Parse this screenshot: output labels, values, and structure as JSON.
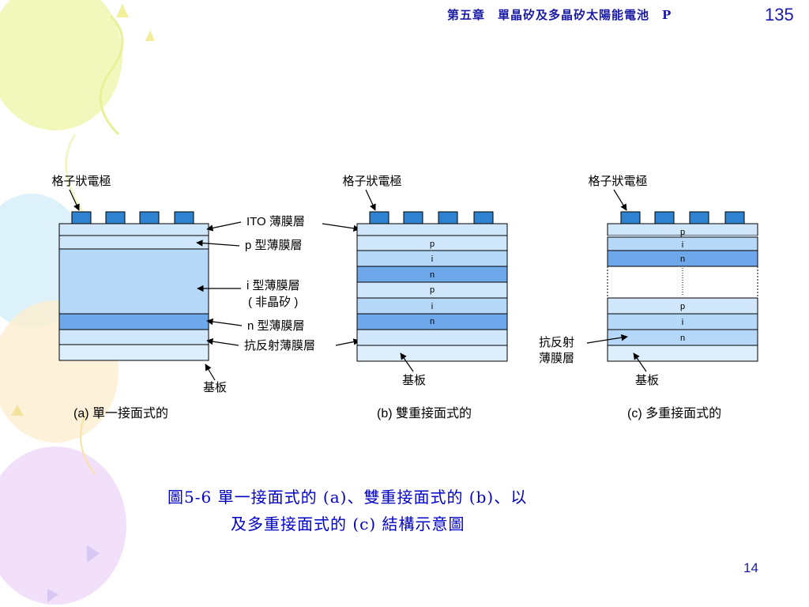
{
  "header": {
    "chapter_title": "第五章　單晶矽及多晶矽太陽能電池　P",
    "book_page": "135"
  },
  "panels": {
    "a": {
      "electrode_label": "格子狀電極",
      "substrate_label": "基板",
      "caption": "(a) 單一接面式的",
      "layer_labels": [
        "ITO 薄膜層",
        "p 型薄膜層",
        "i 型薄膜層",
        "( 非晶矽 )",
        "n 型薄膜層",
        "抗反射薄膜層"
      ]
    },
    "b": {
      "electrode_label": "格子狀電極",
      "substrate_label": "基板",
      "caption": "(b) 雙重接面式的",
      "layers": [
        "p",
        "i",
        "n",
        "p",
        "i",
        "n"
      ]
    },
    "c": {
      "electrode_label": "格子狀電極",
      "substrate_label": "基板",
      "caption": "(c) 多重接面式的",
      "top_layers": [
        "p",
        "i",
        "n"
      ],
      "bottom_layers": [
        "p",
        "i",
        "n"
      ],
      "ar_label_line1": "抗反射",
      "ar_label_line2": "薄膜層"
    }
  },
  "figure_caption": {
    "line1": "圖5-6  單一接面式的 (a)、雙重接面式的 (b)、以",
    "line2": "及多重接面式的 (c) 結構示意圖"
  },
  "slide_number": "14",
  "colors": {
    "electrode": "#2f82d0",
    "layer_light": "#cfe6fb",
    "layer_i": "#b5d7f8",
    "layer_n": "#6ea8ea",
    "text_blue": "#1a1aa6"
  }
}
